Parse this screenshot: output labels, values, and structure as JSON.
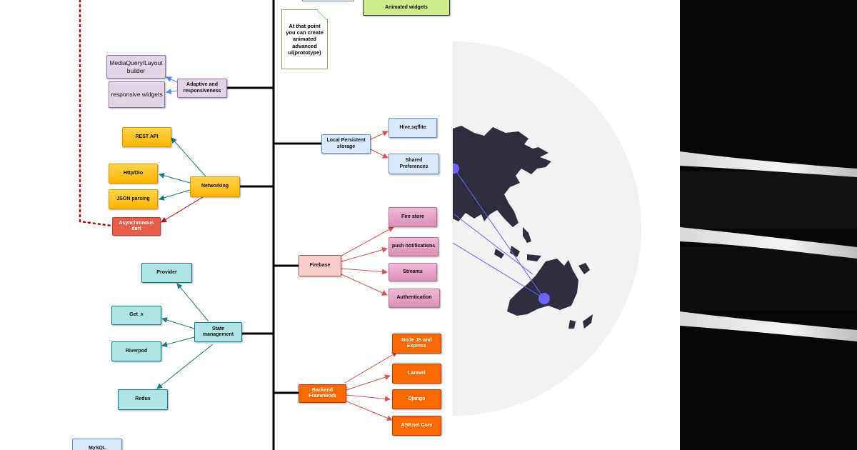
{
  "diagram": {
    "note": "At that point you can create animated advanced ui(prototype)",
    "nodes": {
      "animated_widgets": "Animated widgets",
      "mediaquery": "MediaQuery/Layout builder",
      "responsive_widgets": "responsive widgets",
      "adaptive": "Adaptive and responsiveness",
      "rest_api": "REST API",
      "http_dio": "Http/Dio",
      "json_parsing": "JSON parsing",
      "networking": "Networking",
      "async_dart": "Asynchronous dart",
      "provider": "Provider",
      "get_x": "Get_x",
      "riverpod": "Riverpod",
      "redux": "Redux",
      "state_management": "State management",
      "mysql": "MySQL",
      "local_storage": "Local Persistent storage",
      "hive": "Hive,sqflite",
      "shared_prefs": "Shared Preferences",
      "firebase": "Firebase",
      "firestore": "Fire store",
      "push_notifications": "push notifications",
      "streams": "Streams",
      "authentication": "Authentication",
      "backend": "Backend FrameWork",
      "node_express": "Node JS and Express",
      "laravel": "Laravel",
      "django": "Django",
      "aspnet": "ASP.net Core"
    },
    "colors": {
      "purple": "#e1d5e7",
      "orange": "#ffcd28",
      "red": "#e85c4a",
      "teal": "#b0e3e6",
      "blue": "#dae8fc",
      "pink": "#e6a5c6",
      "peach": "#f8cecc",
      "dark_orange": "#fa6800",
      "green": "#cdeb8b",
      "trunk": "#000000",
      "map_land": "#2f2e41",
      "map_circle": "#f2f2f2",
      "map_accent": "#6c63ff"
    }
  }
}
